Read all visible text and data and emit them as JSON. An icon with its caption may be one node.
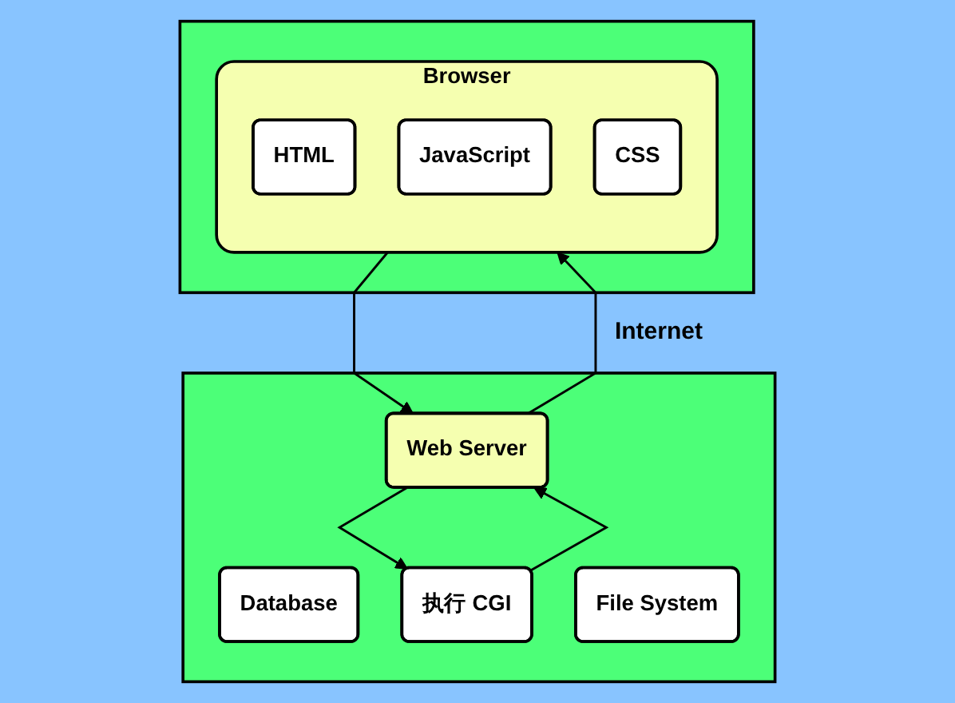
{
  "diagram": {
    "nodes": [
      {
        "text": [],
        "shape": "box"
      },
      {
        "text": [
          "Browser"
        ],
        "in": 0
      },
      {
        "text": [
          "HTML"
        ],
        "in": 1
      },
      {
        "text": [
          "JavaScript"
        ],
        "in": 1
      },
      {
        "text": [
          "CSS"
        ],
        "in": 1
      },
      {
        "text": [],
        "shape": "box"
      },
      {
        "text": [
          "Web Server"
        ],
        "in": 5
      },
      {
        "text": [
          "Database"
        ],
        "in": 5
      },
      {
        "text": [
          "执行 CGI"
        ],
        "in": 5
      },
      {
        "text": [
          "File System"
        ],
        "in": 5
      }
    ],
    "edges": [
      {
        "from": 1,
        "to": 6,
        "arrow": "to"
      },
      {
        "from": 6,
        "to": 1,
        "arrow": "to"
      },
      {
        "from": 6,
        "to": 8,
        "arrow": "to"
      },
      {
        "from": 8,
        "to": 6,
        "arrow": "to"
      }
    ],
    "labels": [
      "Internet"
    ]
  }
}
